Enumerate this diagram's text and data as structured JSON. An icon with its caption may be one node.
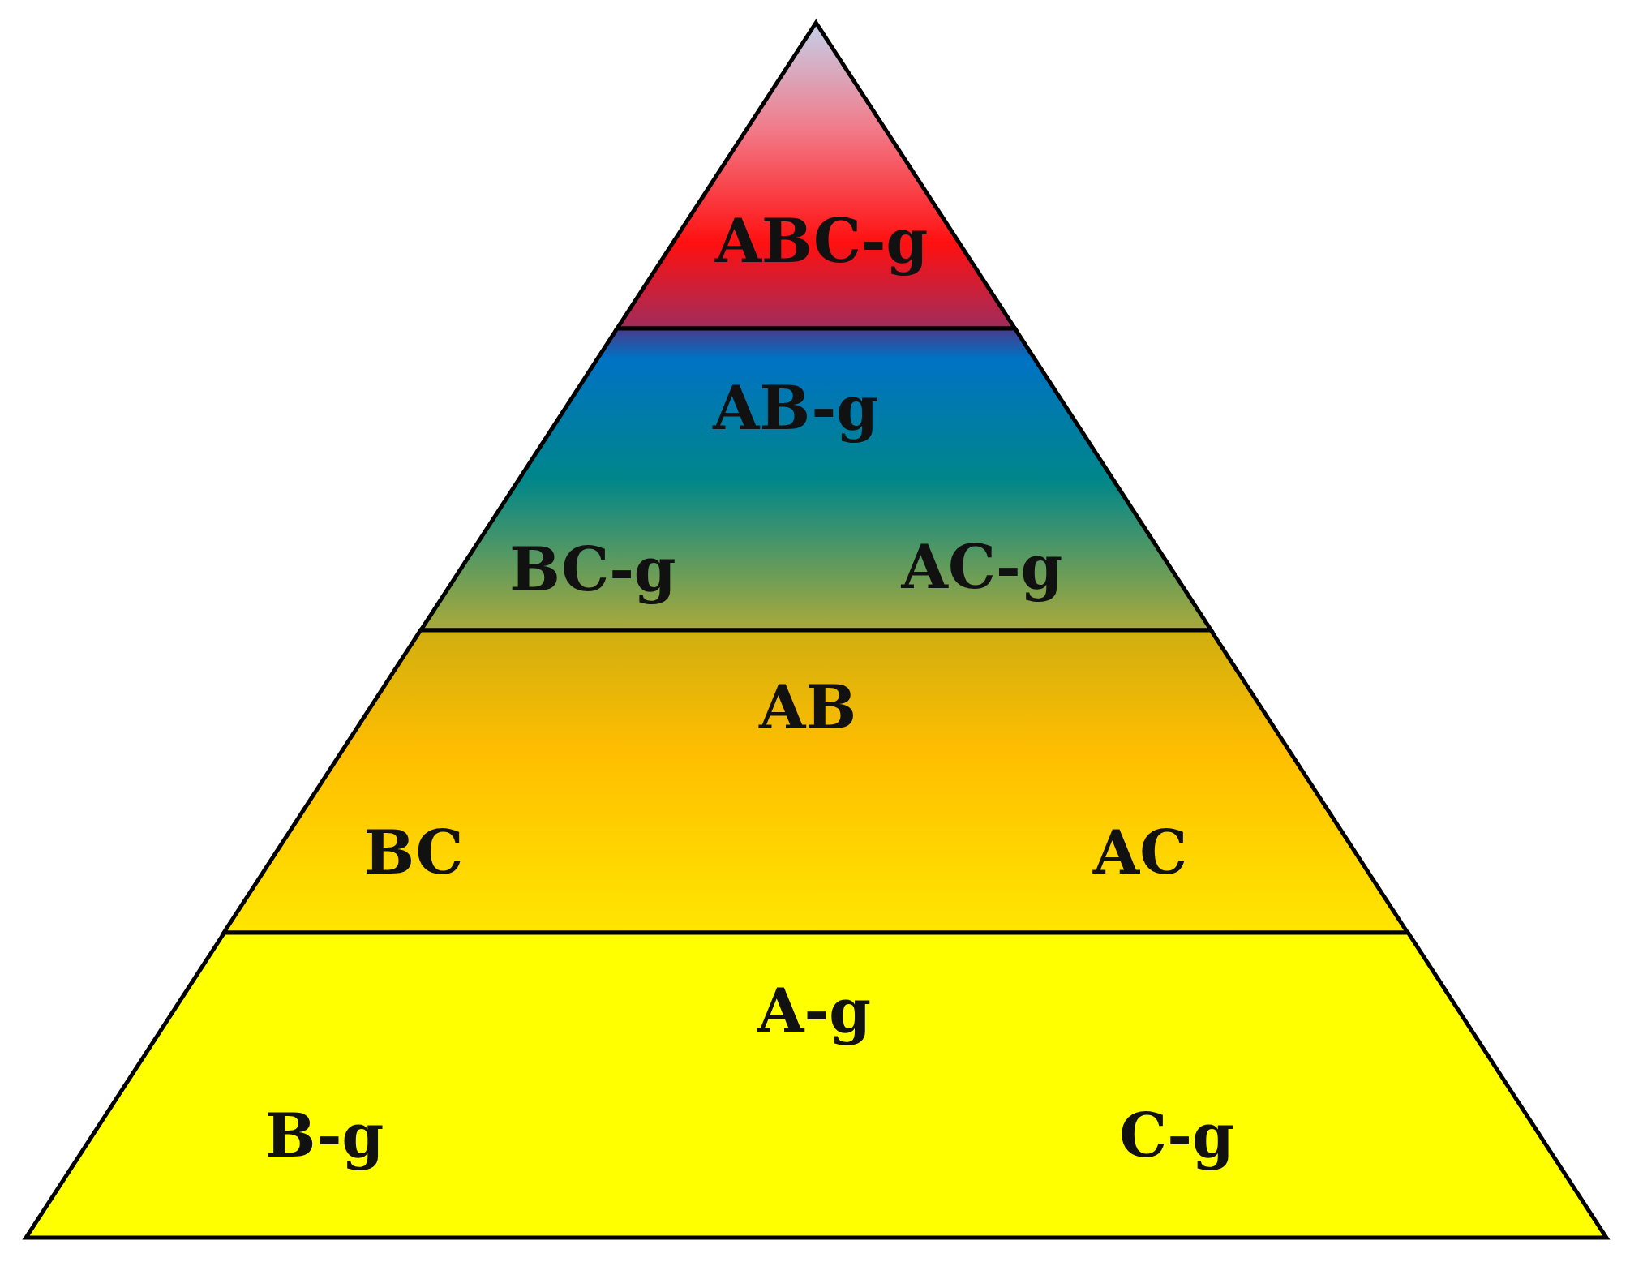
{
  "diagram": {
    "nodes": [
      {
        "text": [
          "ABC-g"
        ]
      },
      {
        "text": [
          "AB-g",
          "BC-g",
          "AC-g"
        ]
      },
      {
        "text": [
          "AB",
          "BC",
          "AC"
        ]
      },
      {
        "text": [
          "A-g",
          "B-g",
          "C-g"
        ]
      }
    ]
  }
}
